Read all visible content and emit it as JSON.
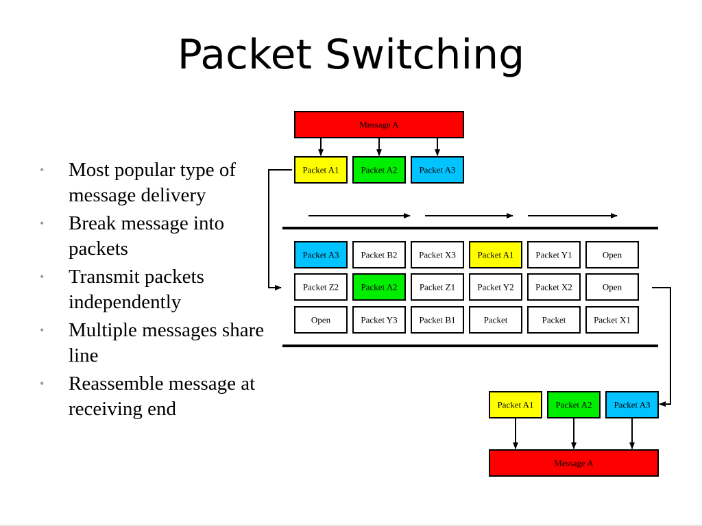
{
  "slide": {
    "title": "Packet Switching",
    "bullets": [
      "Most popular type of message delivery",
      "Break message into packets",
      "Transmit packets independently",
      "Multiple messages share line",
      "Reassemble message at receiving end"
    ]
  },
  "colors": {
    "message": "#ff0000",
    "packet_a1": "#ffff00",
    "packet_a2": "#00ee00",
    "packet_a3": "#00c3ff",
    "plain": "#ffffff"
  },
  "diagram": {
    "source_message": "Message A",
    "source_packets": [
      "Packet A1",
      "Packet A2",
      "Packet A3"
    ],
    "line_rows": [
      [
        "Packet A3",
        "Packet B2",
        "Packet X3",
        "Packet A1",
        "Packet Y1",
        "Open"
      ],
      [
        "Packet Z2",
        "Packet A2",
        "Packet Z1",
        "Packet Y2",
        "Packet X2",
        "Open"
      ],
      [
        "Open",
        "Packet Y3",
        "Packet B1",
        "Packet",
        "Packet",
        "Packet X1"
      ]
    ],
    "dest_packets": [
      "Packet A1",
      "Packet A2",
      "Packet A3"
    ],
    "dest_message": "Message A"
  }
}
